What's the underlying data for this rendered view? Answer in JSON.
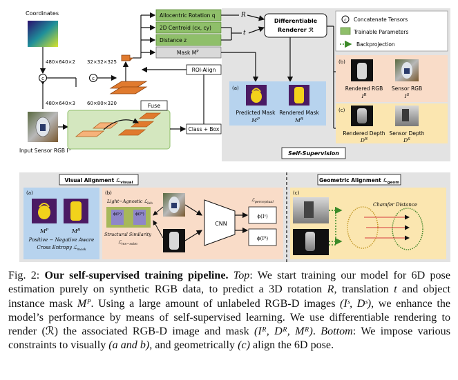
{
  "top": {
    "coordinates_label": "Coordinates",
    "dim_coords": "480×640×2",
    "dim_rgb": "480×640×3",
    "dim_mid": "32×32×325",
    "dim_fuse_in": "60×80×320",
    "input_label": "Input Sensor RGB I",
    "input_sup": "S",
    "heads": [
      {
        "text": "Allocentric Rotation q"
      },
      {
        "text": "2D Centroid (cx, cy)"
      },
      {
        "text": "Distance z"
      },
      {
        "text": "Mask M"
      }
    ],
    "mask_sup": "P",
    "roi_align": "ROI-Align",
    "fuse": "Fuse",
    "class_box": "Class + Box",
    "R": "R",
    "t": "t",
    "renderer_line1": "Differentiable",
    "renderer_line2": "Renderer ℛ",
    "legend": {
      "concat": "Concatenate Tensors",
      "trainable": "Trainable Parameters",
      "backprojection": "Backprojection"
    },
    "panel_a": {
      "tag": "(a)",
      "pred": "Predicted  Mask",
      "pred_sym": "M",
      "pred_sup": "P",
      "rend": "Rendered Mask",
      "rend_sym": "M",
      "rend_sup": "R"
    },
    "panel_b": {
      "tag": "(b)",
      "rend": "Rendered RGB",
      "rend_sym": "I",
      "rend_sup": "R",
      "sens": "Sensor RGB",
      "sens_sym": "I",
      "sens_sup": "S"
    },
    "panel_c": {
      "tag": "(c)",
      "rend": "Rendered Depth",
      "rend_sym": "D",
      "rend_sup": "R",
      "sens": "Sensor Depth",
      "sens_sym": "D",
      "sens_sup": "S"
    },
    "self_supervision": "Self-Supervision"
  },
  "bottom": {
    "visual_title": "Visual Alignment ℒ",
    "visual_sub": "visual",
    "geom_title": "Geometric Alignment ℒ",
    "geom_sub": "geom",
    "a_tag": "(a)",
    "mp": "M",
    "mp_sup": "P",
    "mr": "M",
    "mr_sup": "R",
    "a_text1": "Positive − Negative Aware",
    "a_text2": "Cross Entropy ℒ",
    "a_sub": "mask",
    "b_tag": "(b)",
    "lab_line": "Light−Agnostic ℒ",
    "lab_sub": "lab",
    "phi_is": "ϕ(Iˢ)",
    "phi_ir": "ϕ(Iᴿ)",
    "ssim_line1": "Structural Similarity",
    "ssim_line2": "ℒ",
    "ssim_sub": "ms−ssim",
    "cnn": "CNN",
    "perceptual": "ℒ",
    "perceptual_sub": "perceptual",
    "phi_is2": "ϕ(Iˢ)",
    "phi_ir2": "ϕ(Iᴿ)",
    "c_tag": "(c)",
    "chamfer": "Chamfer Distance"
  },
  "caption": {
    "fig_label": "Fig. 2:",
    "title": "Our self-supervised training pipeline.",
    "top_word": "Top",
    "text1": ": We start training our model for 6D pose estimation purely on synthetic RGB data, to predict a 3D rotation ",
    "R": "R",
    "text2": ", translation ",
    "t": "t",
    "text3": " and object instance mask ",
    "MP": "Mᴾ",
    "text4": ". Using a large amount of unlabeled RGB-D images ",
    "ISDS": "(Iˢ, Dˢ)",
    "text5": ", we enhance the model’s performance by means of self-supervised learning. We use differentiable rendering to render (ℛ) the associated RGB-D image and mask ",
    "IRDRMR": "(Iᴿ, Dᴿ, Mᴿ)",
    "text6": ". ",
    "bottom_word": "Bottom",
    "text7": ": We impose various constraints to visually ",
    "ab": "(a and b)",
    "text8": ", and geometrically ",
    "c": "(c)",
    "text9": " align the 6D pose."
  },
  "colors": {
    "orange": "#e07a2e",
    "orange_light": "#f6b27a",
    "green": "#8fbf6a",
    "blue_panel": "#b7d3ee",
    "peach_panel": "#f9dcc8",
    "yellow_panel": "#fbe6b0",
    "gray_bg": "#e3e3e3",
    "mask_purple": "#4b1a63",
    "mask_yellow": "#f2d21b"
  }
}
